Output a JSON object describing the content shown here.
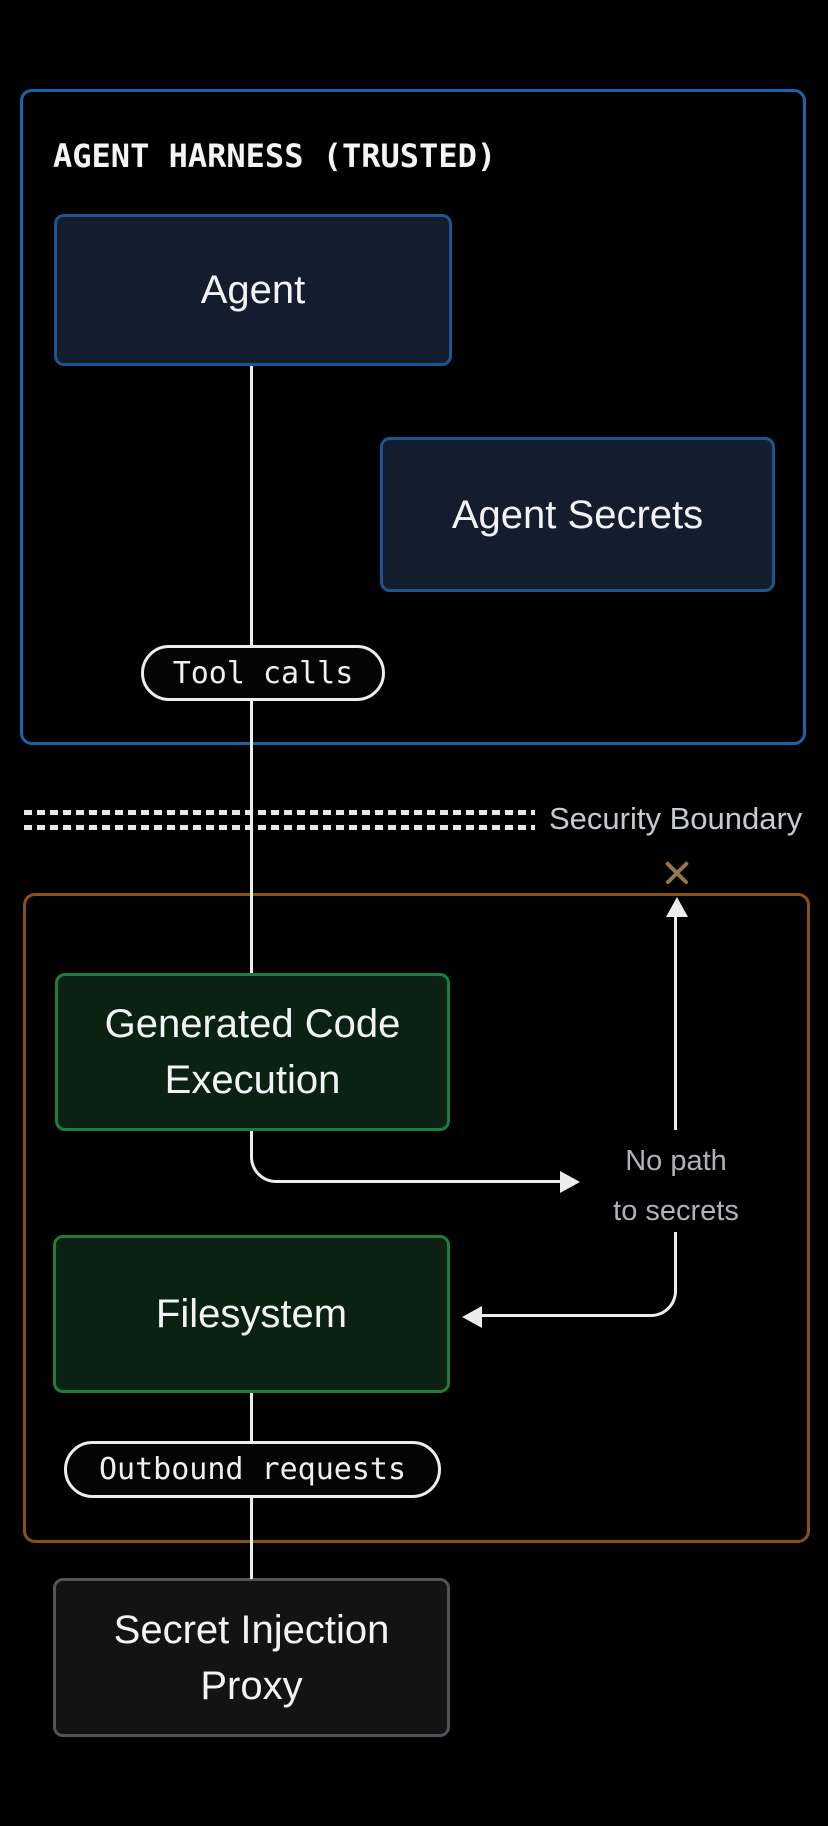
{
  "harness": {
    "title": "AGENT HARNESS (TRUSTED)",
    "border_color": "#1666ad",
    "nodes": {
      "agent": {
        "label": "Agent"
      },
      "agent_secrets": {
        "label": "Agent Secrets"
      }
    },
    "pill": {
      "label": "Tool calls"
    }
  },
  "boundary": {
    "label": "Security Boundary",
    "line_color": "#e8e8e8",
    "label_color": "#c6cad0"
  },
  "sandbox": {
    "border_color": "#8a5210",
    "nodes": {
      "generated_code": {
        "line1": "Generated Code",
        "line2": "Execution"
      },
      "filesystem": {
        "label": "Filesystem"
      }
    },
    "pill": {
      "label": "Outbound requests"
    },
    "no_path": {
      "line1": "No path",
      "line2": "to secrets"
    }
  },
  "proxy": {
    "line1": "Secret Injection",
    "line2": "Proxy"
  },
  "colors": {
    "background": "#000000",
    "blue_node_fill": "#141d2d",
    "blue_node_border": "#1d568f",
    "green_node_fill": "#0b2213",
    "green_node_border": "#1c7d3e",
    "gray_node_fill": "#131313",
    "gray_node_border": "#50545a",
    "connector": "#ececec",
    "text_primary": "#f4f4f4",
    "text_muted": "#aeb3bb",
    "blocked_x": "#97744d"
  }
}
